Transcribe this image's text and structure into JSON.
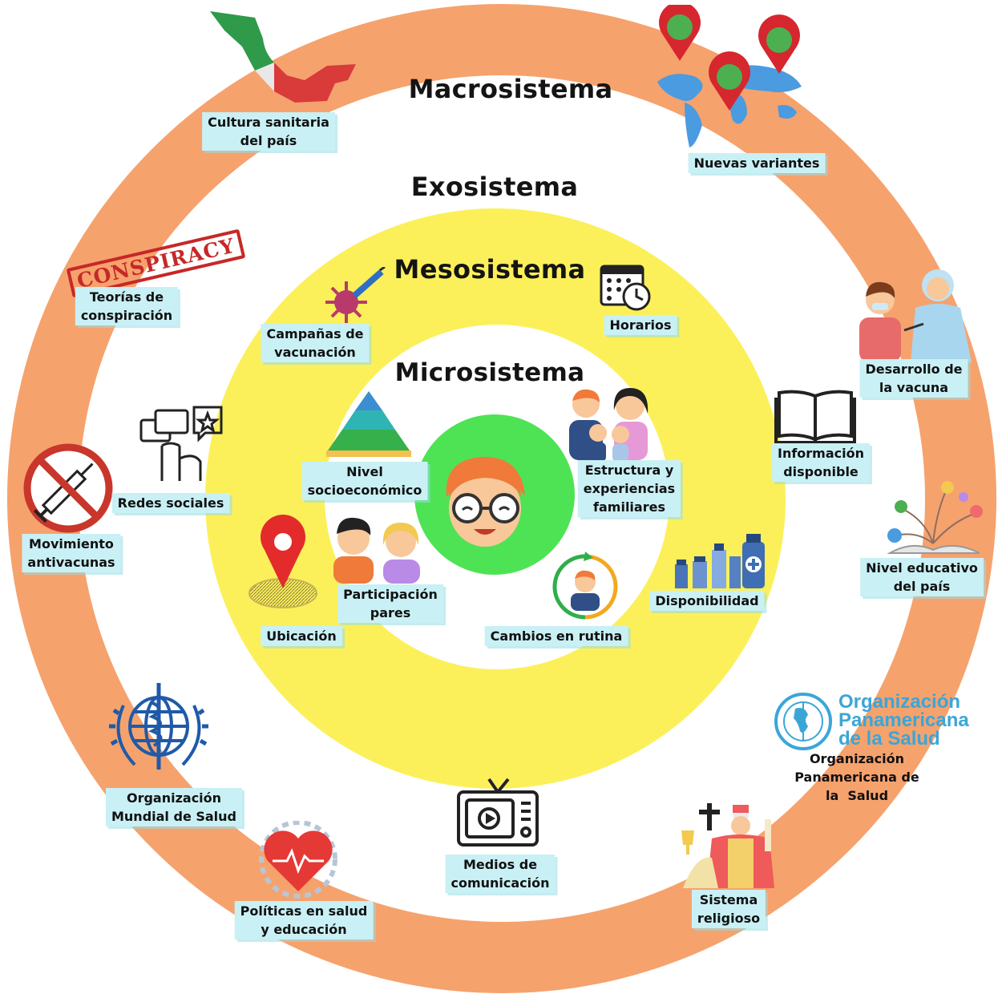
{
  "rings": {
    "macro": "Macrosistema",
    "exo": "Exosistema",
    "meso": "Mesosistema",
    "micro": "Microsistema"
  },
  "micro_items": {
    "nivel": "Nivel\nsocioeconómico",
    "familia": "Estructura y\nexperiencias\nfamiliares",
    "pares": "Participación\npares",
    "cambios": "Cambios en rutina"
  },
  "meso_items": {
    "campanas": "Campañas de\nvacunación",
    "horarios": "Horarios",
    "ubicacion": "Ubicación",
    "disponibilidad": "Disponibilidad"
  },
  "exo_items": {
    "redes": "Redes sociales",
    "informacion": "Información\ndisponible",
    "medios": "Medios de\ncomunicación"
  },
  "macro_items": {
    "cultura": "Cultura sanitaria\ndel país",
    "variantes": "Nuevas variantes",
    "teorias": "Teorías de\nconspiración",
    "desarrollo": "Desarrollo de\nla vacuna",
    "antivacunas": "Movimiento\nantivacunas",
    "educativo": "Nivel educativo\ndel país",
    "oms": "Organización\nMundial de Salud",
    "ops": "Organización\nPanamericana de\nla  Salud",
    "politicas": "Políticas en salud\ny educación",
    "religioso": "Sistema\nreligioso"
  },
  "logos": {
    "conspiracy": "CONSPIRACY",
    "paho": "Organización\nPanamericana\nde la Salud"
  },
  "colors": {
    "macro": "#f6a26d",
    "exo": "#ffffff",
    "meso": "#fbf05a",
    "micro": "#ffffff",
    "center": "#4ee354",
    "label_bg": "#c9f0f5"
  },
  "icons": [
    "pyramid-icon",
    "family-icon",
    "peers-icon",
    "routine-cycle-icon",
    "child-face-icon",
    "virus-syringe-icon",
    "calendar-clock-icon",
    "map-pin-icon",
    "medicine-bottles-icon",
    "social-media-icon",
    "open-book-icon",
    "tv-icon",
    "mexico-map-icon",
    "world-variants-icon",
    "conspiracy-stamp-icon",
    "vaccination-icon",
    "no-vaccine-icon",
    "education-icon",
    "who-logo-icon",
    "paho-logo-icon",
    "heart-health-icon",
    "religion-icon"
  ]
}
